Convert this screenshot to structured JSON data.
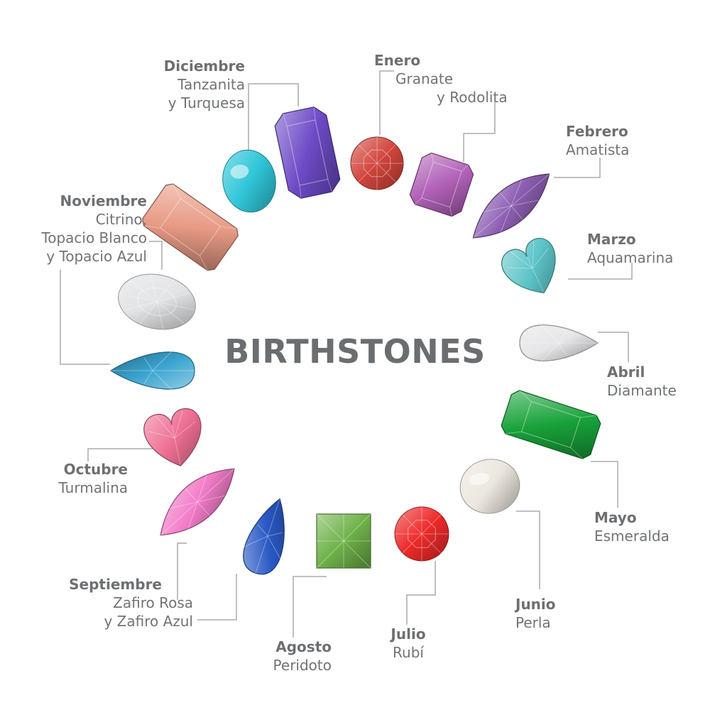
{
  "title": "BIRTHSTONES",
  "colors": {
    "text": "#6d7073",
    "leader": "#a9acae"
  },
  "months": [
    {
      "id": "enero",
      "month": "Enero",
      "stones": [
        "Granate",
        "y Rodolita"
      ],
      "color": "#d2453c",
      "shape": "round"
    },
    {
      "id": "febrero",
      "month": "Febrero",
      "stones": [
        "Amatista"
      ],
      "color": "#8e5fb3",
      "shape": "marquise"
    },
    {
      "id": "marzo",
      "month": "Marzo",
      "stones": [
        "Aquamarina"
      ],
      "color": "#5cc4c8",
      "shape": "heart"
    },
    {
      "id": "abril",
      "month": "Abril",
      "stones": [
        "Diamante"
      ],
      "color": "#e6e6e8",
      "shape": "pear"
    },
    {
      "id": "mayo",
      "month": "Mayo",
      "stones": [
        "Esmeralda"
      ],
      "color": "#18a23a",
      "shape": "emerald"
    },
    {
      "id": "junio",
      "month": "Junio",
      "stones": [
        "Perla"
      ],
      "color": "#ece7de",
      "shape": "pearl"
    },
    {
      "id": "julio",
      "month": "Julio",
      "stones": [
        "Rubí"
      ],
      "color": "#ee2a2a",
      "shape": "round"
    },
    {
      "id": "agosto",
      "month": "Agosto",
      "stones": [
        "Peridoto"
      ],
      "color": "#6fb24a",
      "shape": "square"
    },
    {
      "id": "septiembre",
      "month": "Septiembre",
      "stones": [
        "Zafiro Rosa",
        "y Zafiro Azul"
      ],
      "color": "#f27cc8",
      "color2": "#2a59c4",
      "shape": "marquise"
    },
    {
      "id": "octubre",
      "month": "Octubre",
      "stones": [
        "Turmalina"
      ],
      "color": "#ee6f93",
      "shape": "heart"
    },
    {
      "id": "noviembre",
      "month": "Noviembre",
      "stones": [
        "Citrino,",
        "Topacio Blanco",
        "y Topacio Azul"
      ],
      "color": "#e89a84",
      "color2": "#e2e3e5",
      "color3": "#3aa4d0",
      "shape": "baguette"
    },
    {
      "id": "diciembre",
      "month": "Diciembre",
      "stones": [
        "Tanzanita",
        "y Turquesa"
      ],
      "color": "#6d4bc6",
      "color2": "#30c6d8",
      "shape": "emerald"
    }
  ]
}
